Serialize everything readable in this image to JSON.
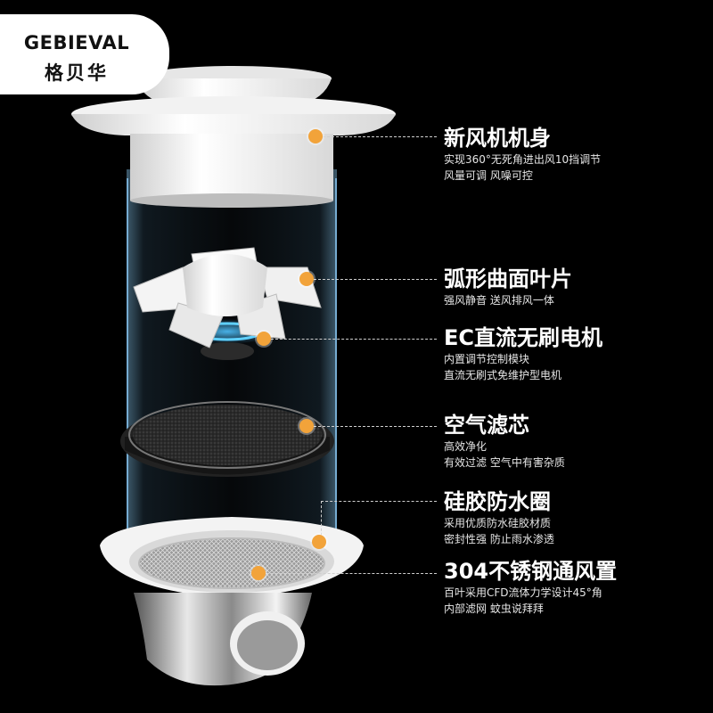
{
  "brand": {
    "name_en": "GEBIEVAL",
    "name_cn": "格贝华"
  },
  "accent_color": "#f2a33a",
  "features": [
    {
      "title": "新风机机身",
      "lines": [
        "实现360°无死角进出风10挡调节",
        "风量可调  风噪可控"
      ]
    },
    {
      "title": "弧形曲面叶片",
      "lines": [
        "强风静音  送风排风一体"
      ]
    },
    {
      "title": "EC直流无刷电机",
      "lines": [
        "内置调节控制模块",
        "直流无刷式免维护型电机"
      ]
    },
    {
      "title": "空气滤芯",
      "lines": [
        "高效净化",
        "有效过滤  空气中有害杂质"
      ]
    },
    {
      "title": "硅胶防水圈",
      "lines": [
        "采用优质防水硅胶材质",
        "密封性强  防止雨水渗透"
      ]
    },
    {
      "title": "304不锈钢通风置",
      "lines": [
        "百叶采用CFD流体力学设计45°角",
        "内部滤网  蚊虫说拜拜"
      ]
    }
  ]
}
